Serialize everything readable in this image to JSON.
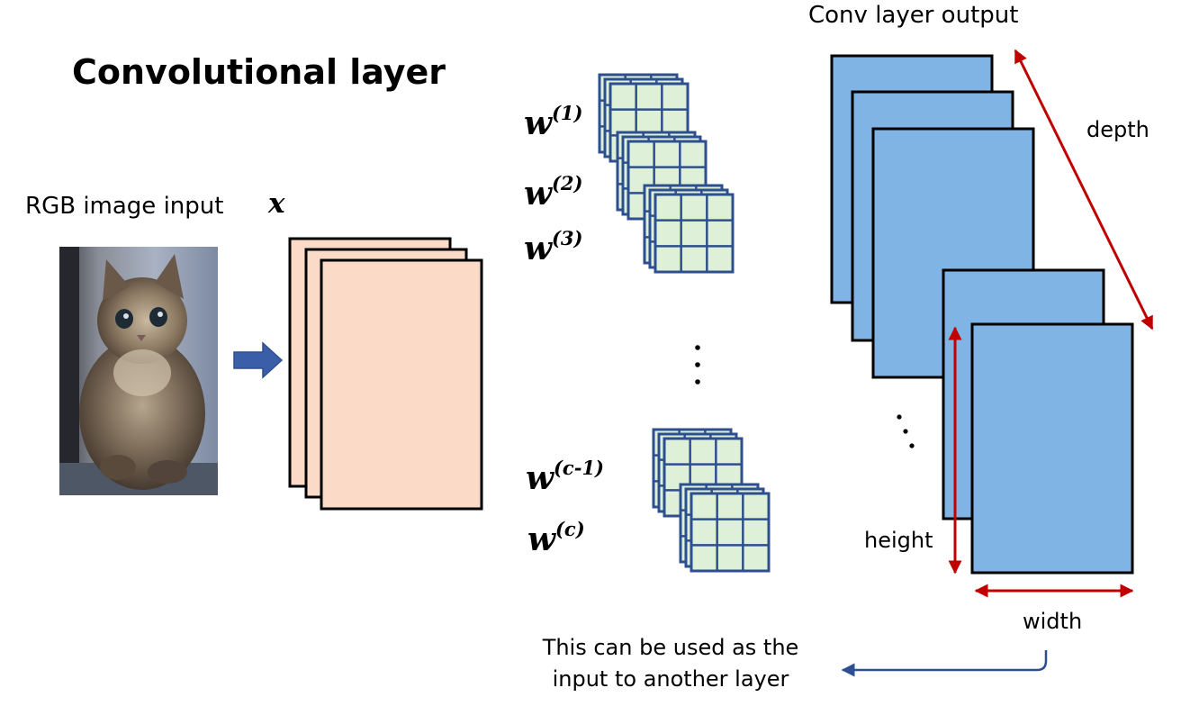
{
  "title": "Convolutional layer",
  "input": {
    "label": "RGB image input",
    "var": "x",
    "image_description": "kitten-photo"
  },
  "filters": [
    {
      "base": "w",
      "sup": "(1)"
    },
    {
      "base": "w",
      "sup": "(2)"
    },
    {
      "base": "w",
      "sup": "(3)"
    },
    {
      "base": "w",
      "sup": "(c-1)"
    },
    {
      "base": "w",
      "sup": "(c)"
    }
  ],
  "output": {
    "label": "Conv layer output",
    "depth": "depth",
    "height": "height",
    "width": "width"
  },
  "note": "This can be used as the input to another layer",
  "colors": {
    "input_channel": "#fcdac8",
    "filter_fill": "#dff0d8",
    "filter_border": "#2e4f8f",
    "output_fill": "#80b4e4",
    "arrow_red": "#c00000",
    "arrow_blue": "#3a5fa8",
    "return_arrow": "#2e4f8f"
  }
}
